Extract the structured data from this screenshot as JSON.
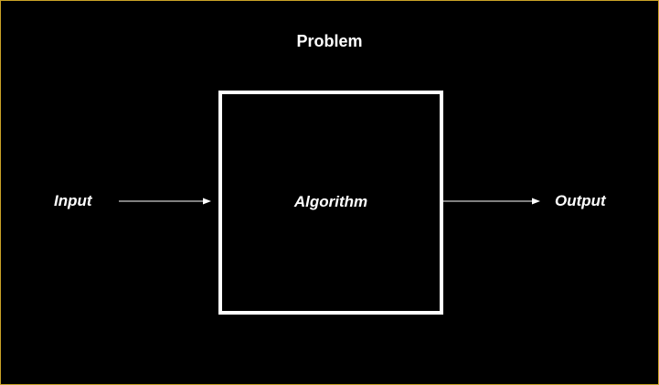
{
  "diagram": {
    "title": "Problem",
    "box_label": "Algorithm",
    "input_label": "Input",
    "output_label": "Output"
  },
  "colors": {
    "background": "#000000",
    "foreground": "#ffffff",
    "frame_border": "#c9a227"
  }
}
